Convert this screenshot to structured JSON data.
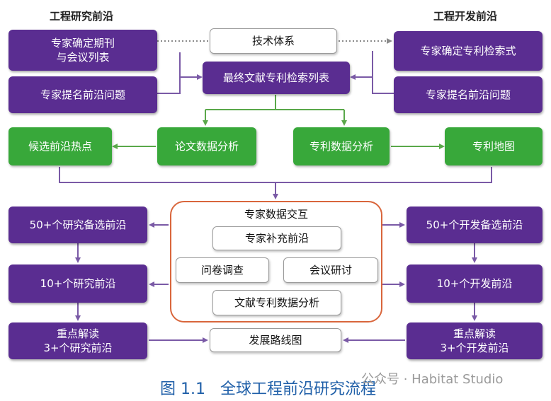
{
  "headings": {
    "left": "工程研究前沿",
    "right": "工程开发前沿"
  },
  "top": {
    "tech_system": "技术体系",
    "final_list": "最终文献专利检索列表",
    "left_journals": "专家确定期刊\n与会议列表",
    "left_nominate": "专家提名前沿问题",
    "right_patent_query": "专家确定专利检索式",
    "right_nominate": "专家提名前沿问题"
  },
  "green": {
    "candidates": "候选前沿热点",
    "paper_analysis": "论文数据分析",
    "patent_analysis": "专利数据分析",
    "patent_map": "专利地图"
  },
  "expert": {
    "title": "专家数据交互",
    "supplement": "专家补充前沿",
    "survey": "问卷调查",
    "conference": "会议研讨",
    "lit_patent": "文献专利数据分析"
  },
  "left_column": [
    "50+个研究备选前沿",
    "10+个研究前沿",
    "重点解读\n3+个研究前沿"
  ],
  "right_column": [
    "50+个开发备选前沿",
    "10+个开发前沿",
    "重点解读\n3+个开发前沿"
  ],
  "roadmap": "发展路线图",
  "caption": "图 1.1   全球工程前沿研究流程",
  "watermark": "公众号 · Habitat Studio",
  "colors": {
    "purple": "#5a2d91",
    "green": "#38a83a",
    "expert_border": "#d9663c",
    "caption": "#1f5fa8"
  }
}
